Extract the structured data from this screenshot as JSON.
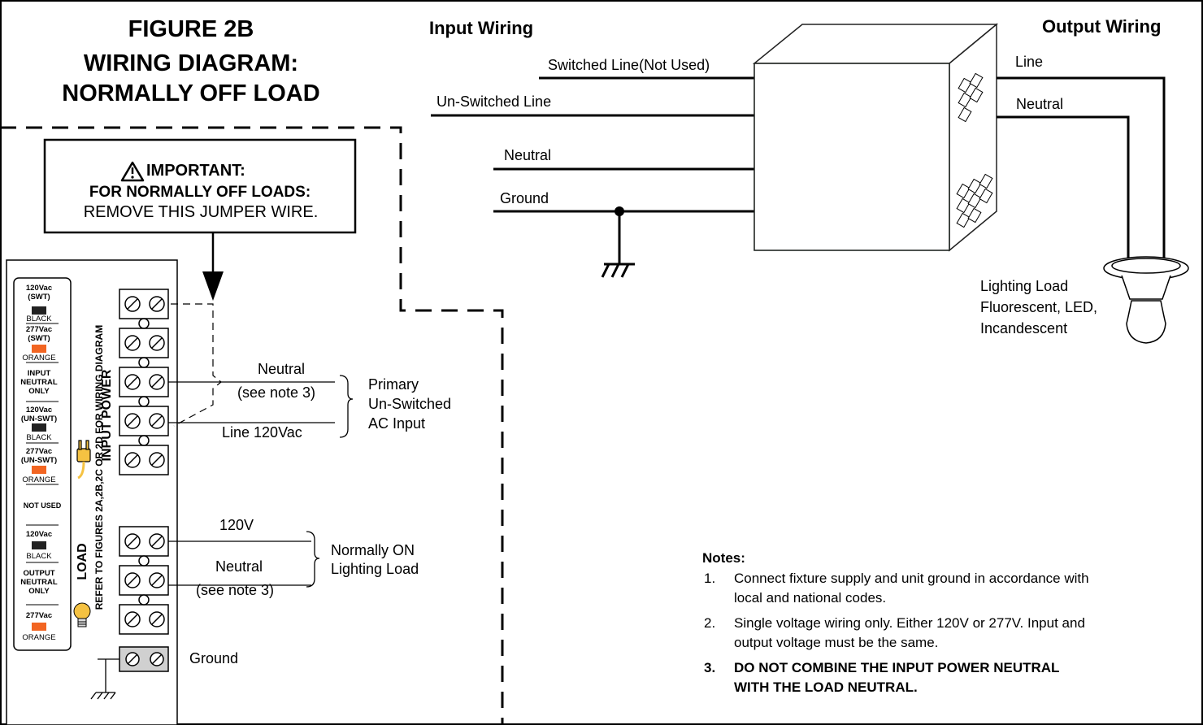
{
  "figure": {
    "title_line1": "FIGURE 2B",
    "title_line2": "WIRING DIAGRAM:",
    "title_line3": "NORMALLY OFF LOAD"
  },
  "headers": {
    "input_wiring": "Input Wiring",
    "output_wiring": "Output Wiring"
  },
  "important_box": {
    "title": "IMPORTANT:",
    "line2": "FOR NORMALLY OFF LOADS:",
    "line3": "REMOVE THIS JUMPER WIRE."
  },
  "input_wires": {
    "switched_line": "Switched Line(Not Used)",
    "unswitched_line": "Un-Switched Line",
    "neutral": "Neutral",
    "ground": "Ground"
  },
  "output_wires": {
    "line": "Line",
    "neutral": "Neutral"
  },
  "lighting_load": {
    "line1": "Lighting Load",
    "line2": "Fluorescent, LED,",
    "line3": "Incandescent"
  },
  "panel": {
    "input_power": "INPUT POWER",
    "load": "LOAD",
    "refer": "REFER TO FIGURES 2A,2B,2C OR 2D FOR WIRING DIAGRAM",
    "not_used": "NOT USED",
    "input_labels": [
      {
        "v": "120Vac",
        "t": "(SWT)",
        "c": "BLACK"
      },
      {
        "v": "277Vac",
        "t": "(SWT)",
        "c": "ORANGE"
      },
      {
        "v": "INPUT",
        "t": "NEUTRAL",
        "c": "ONLY"
      },
      {
        "v": "120Vac",
        "t": "(UN-SWT)",
        "c": "BLACK"
      },
      {
        "v": "277Vac",
        "t": "(UN-SWT)",
        "c": "ORANGE"
      }
    ],
    "load_labels": [
      {
        "v": "120Vac",
        "c": "BLACK"
      },
      {
        "v": "OUTPUT",
        "t": "NEUTRAL",
        "c": "ONLY"
      },
      {
        "v": "277Vac",
        "c": "ORANGE"
      }
    ],
    "colors": {
      "black": "#222222",
      "orange": "#f26522"
    }
  },
  "terminal_labels": {
    "neutral": "Neutral",
    "see_note_a": "(see note 3)",
    "line_120": "Line 120Vac",
    "primary1": "Primary",
    "primary2": "Un-Switched",
    "primary3": "AC Input",
    "v120": "120V",
    "neutral2": "Neutral",
    "see_note_b": "(see note 3)",
    "norm_on1": "Normally ON",
    "norm_on2": "Lighting Load",
    "ground": "Ground"
  },
  "notes": {
    "heading": "Notes:",
    "items": [
      {
        "num": "1.",
        "l1": "Connect fixture supply and unit ground in accordance with",
        "l2": "local and national codes."
      },
      {
        "num": "2.",
        "l1": "Single voltage wiring only. Either 120V or 277V. Input and",
        "l2": "output voltage must be the same."
      },
      {
        "num": "3.",
        "l1": "DO NOT COMBINE THE INPUT POWER NEUTRAL",
        "l2": "WITH THE LOAD NEUTRAL."
      }
    ]
  }
}
